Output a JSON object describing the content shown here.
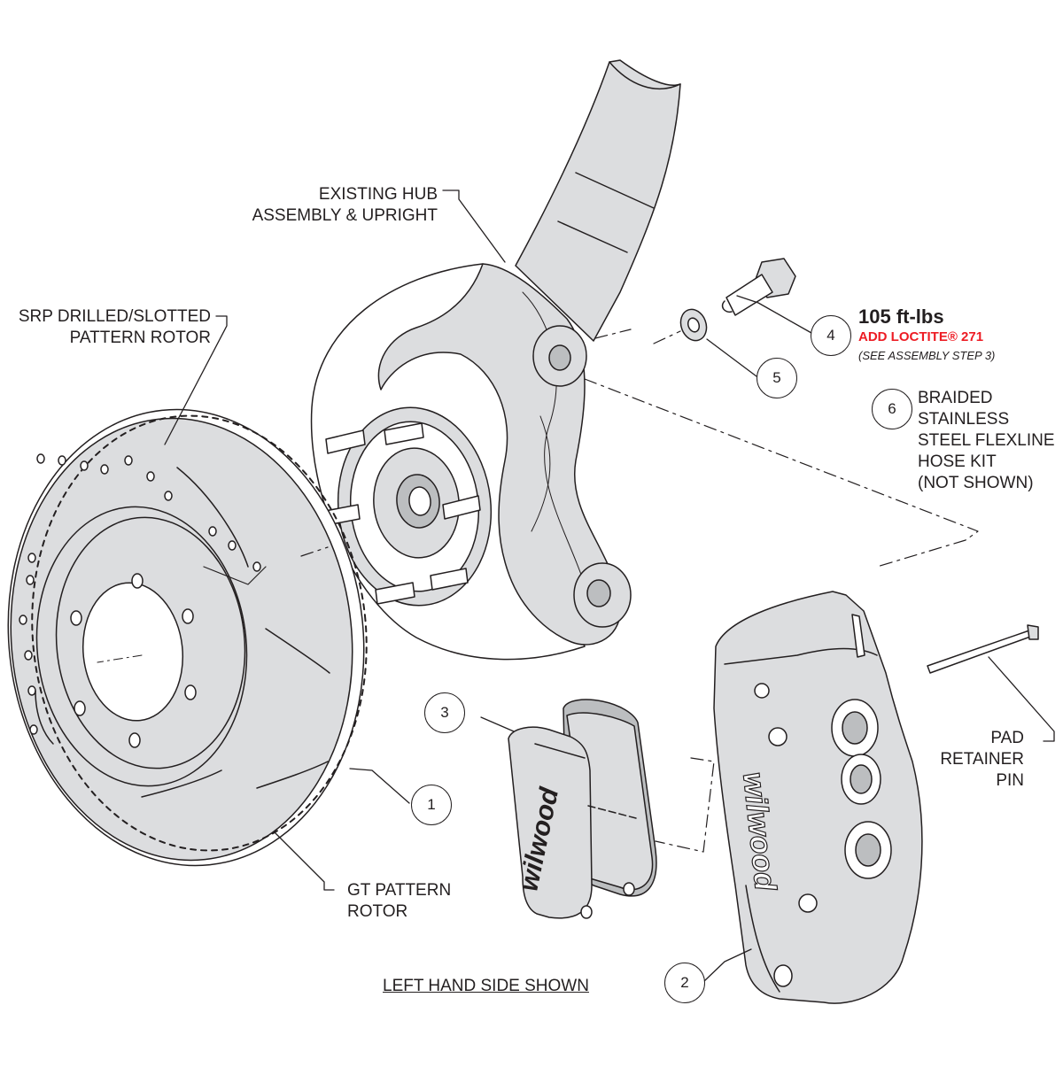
{
  "labels": {
    "hub_line1": "EXISTING HUB",
    "hub_line2": "ASSEMBLY & UPRIGHT",
    "srp_line1": "SRP DRILLED/SLOTTED",
    "srp_line2": "PATTERN ROTOR",
    "torque": "105 ft-lbs",
    "loctite": "ADD LOCTITE® 271",
    "step_note": "(SEE ASSEMBLY STEP 3)",
    "hose_line1": "BRAIDED",
    "hose_line2": "STAINLESS",
    "hose_line3": "STEEL FLEXLINE",
    "hose_line4": "HOSE KIT",
    "hose_line5": "(NOT SHOWN)",
    "pin_line1": "PAD",
    "pin_line2": "RETAINER",
    "pin_line3": "PIN",
    "gt_line1": "GT PATTERN",
    "gt_line2": "ROTOR",
    "side_note": "LEFT HAND SIDE SHOWN",
    "pad_logo": "wilwood",
    "caliper_logo": "wilwood"
  },
  "callouts": [
    "1",
    "2",
    "3",
    "4",
    "5",
    "6"
  ],
  "colors": {
    "line": "#231f20",
    "part_fill": "#dcdddf",
    "part_dark": "#bcbec0",
    "accent": "#ed1c24"
  }
}
